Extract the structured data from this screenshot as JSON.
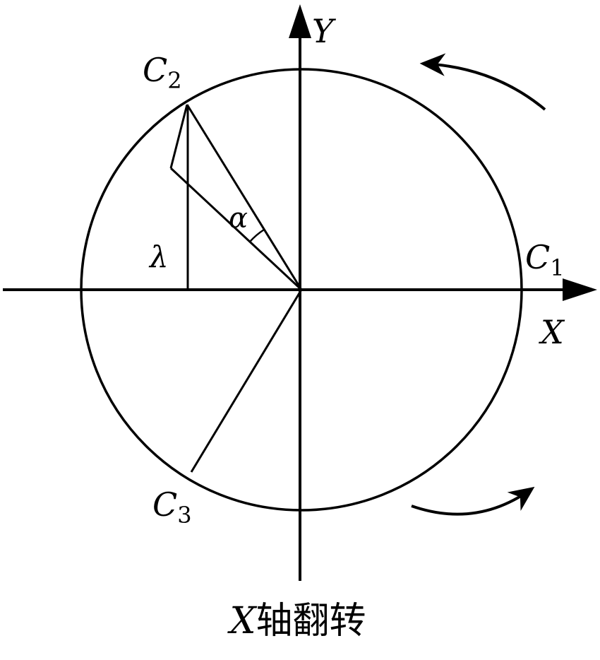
{
  "figure": {
    "axes": {
      "x_label": "X",
      "y_label": "Y"
    },
    "points": {
      "c1": {
        "letter": "C",
        "subscript": "1"
      },
      "c2": {
        "letter": "C",
        "subscript": "2"
      },
      "c3": {
        "letter": "C",
        "subscript": "3"
      }
    },
    "symbols": {
      "alpha": "α",
      "lambda": "λ"
    },
    "caption": {
      "prefix_italic": "X",
      "suffix": "轴翻转"
    },
    "colors": {
      "stroke": "#000000",
      "background": "#ffffff"
    }
  }
}
